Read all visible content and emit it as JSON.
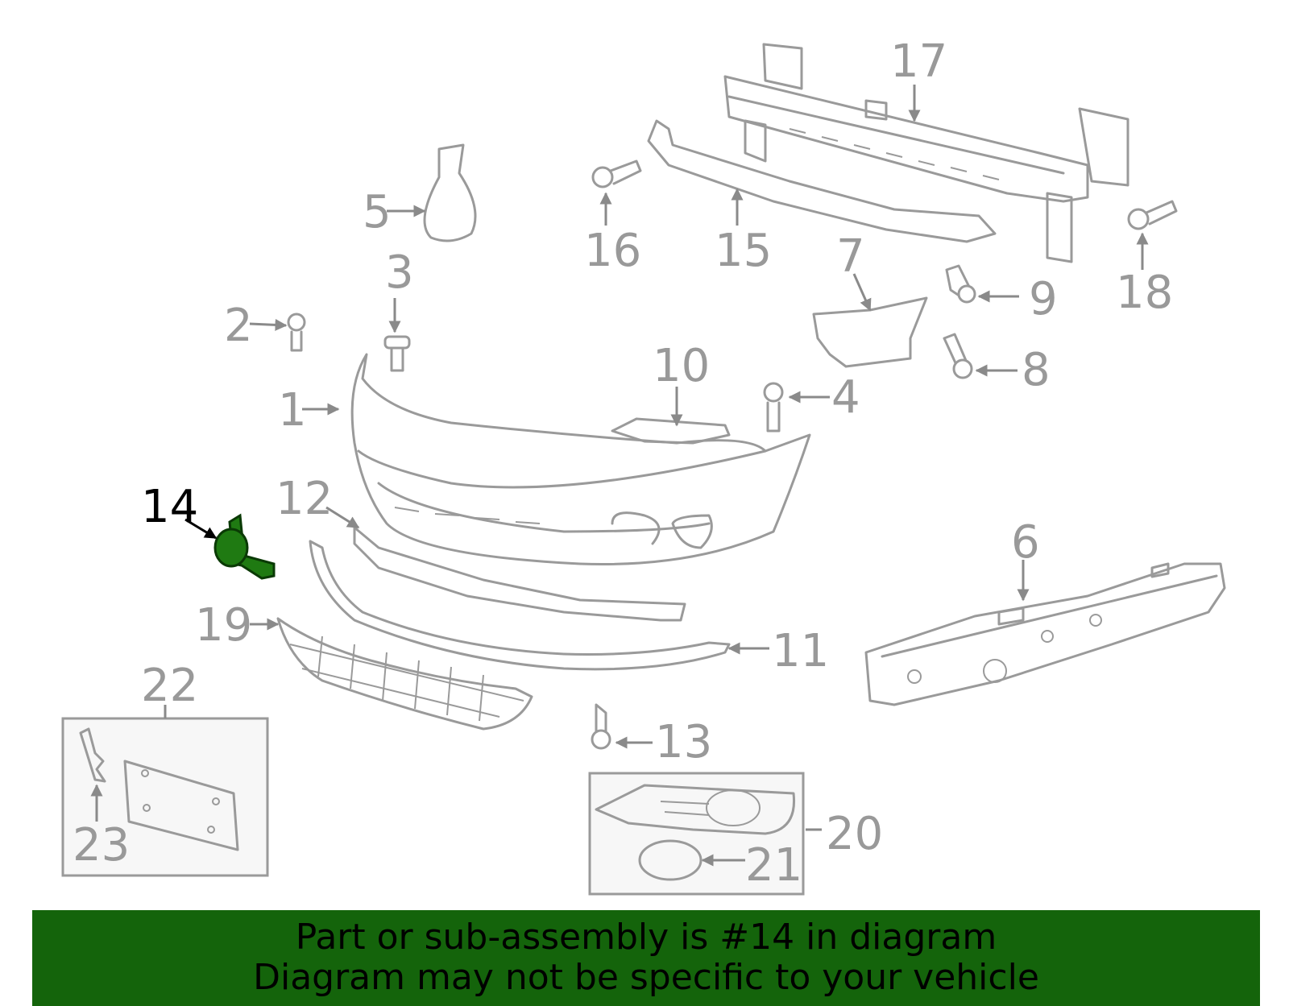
{
  "diagram": {
    "highlight_color": "#1f7a12",
    "callout_labels": {
      "p1": "1",
      "p2": "2",
      "p3": "3",
      "p4": "4",
      "p5": "5",
      "p6": "6",
      "p7": "7",
      "p8": "8",
      "p9": "9",
      "p10": "10",
      "p11": "11",
      "p12": "12",
      "p13": "13",
      "p14": "14",
      "p15": "15",
      "p16": "16",
      "p17": "17",
      "p18": "18",
      "p19": "19",
      "p20": "20",
      "p21": "21",
      "p22": "22",
      "p23": "23"
    }
  },
  "banner": {
    "background_color": "#14640b",
    "line1": "Part or sub-assembly is #14 in diagram",
    "line2": "Diagram may not be specific to your vehicle"
  }
}
